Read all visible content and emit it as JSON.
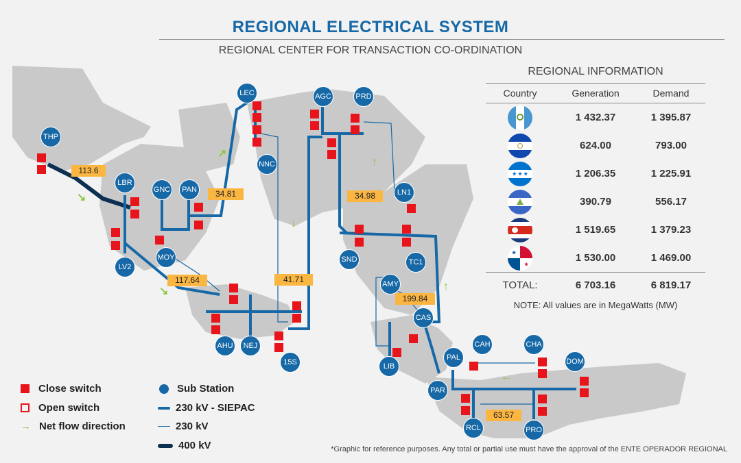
{
  "header": {
    "title": "REGIONAL ELECTRICAL SYSTEM",
    "subtitle": "REGIONAL CENTER FOR TRANSACTION CO-ORDINATION"
  },
  "stations": [
    "THP",
    "LBR",
    "GNC",
    "PAN",
    "LEC",
    "NNC",
    "AGC",
    "PRD",
    "LN1",
    "SND",
    "TC1",
    "MOY",
    "LV2",
    "AMY",
    "CAS",
    "AHU",
    "NEJ",
    "15S",
    "LIB",
    "PAL",
    "CAH",
    "CHA",
    "DOM",
    "PAR",
    "RCL",
    "PRO"
  ],
  "flows": [
    "113.6",
    "34.81",
    "34.98",
    "117.64",
    "41.71",
    "199.84",
    "63.57"
  ],
  "regional_info": {
    "title": "REGIONAL INFORMATION",
    "headers": {
      "country": "Country",
      "generation": "Generation",
      "demand": "Demand"
    },
    "rows": [
      {
        "flag": "guatemala-flag-icon",
        "generation": "1 432.37",
        "demand": "1 395.87"
      },
      {
        "flag": "el-salvador-flag-icon",
        "generation": "624.00",
        "demand": "793.00"
      },
      {
        "flag": "honduras-flag-icon",
        "generation": "1 206.35",
        "demand": "1 225.91"
      },
      {
        "flag": "nicaragua-flag-icon",
        "generation": "390.79",
        "demand": "556.17"
      },
      {
        "flag": "costa-rica-flag-icon",
        "generation": "1 519.65",
        "demand": "1 379.23"
      },
      {
        "flag": "panama-flag-icon",
        "generation": "1 530.00",
        "demand": "1 469.00"
      }
    ],
    "total_label": "TOTAL:",
    "total_generation": "6 703.16",
    "total_demand": "6 819.17",
    "note": "NOTE: All values are in MegaWatts (MW)"
  },
  "legend": {
    "close_switch": "Close switch",
    "open_switch": "Open switch",
    "net_flow": "Net flow direction",
    "sub_station": "Sub Station",
    "line_230_siepac": "230 kV - SIEPAC",
    "line_230": "230 kV",
    "line_400": "400 kV"
  },
  "disclaimer": "*Graphic for reference purposes. Any total or partial use must have the approval of the ENTE OPERADOR REGIONAL",
  "colors": {
    "accent": "#1668a6",
    "line_400": "#0d2f52",
    "switch": "#e8141c",
    "flow_box": "#fbb642",
    "arrow": "#8dc63f",
    "land": "#c9c9c9"
  }
}
